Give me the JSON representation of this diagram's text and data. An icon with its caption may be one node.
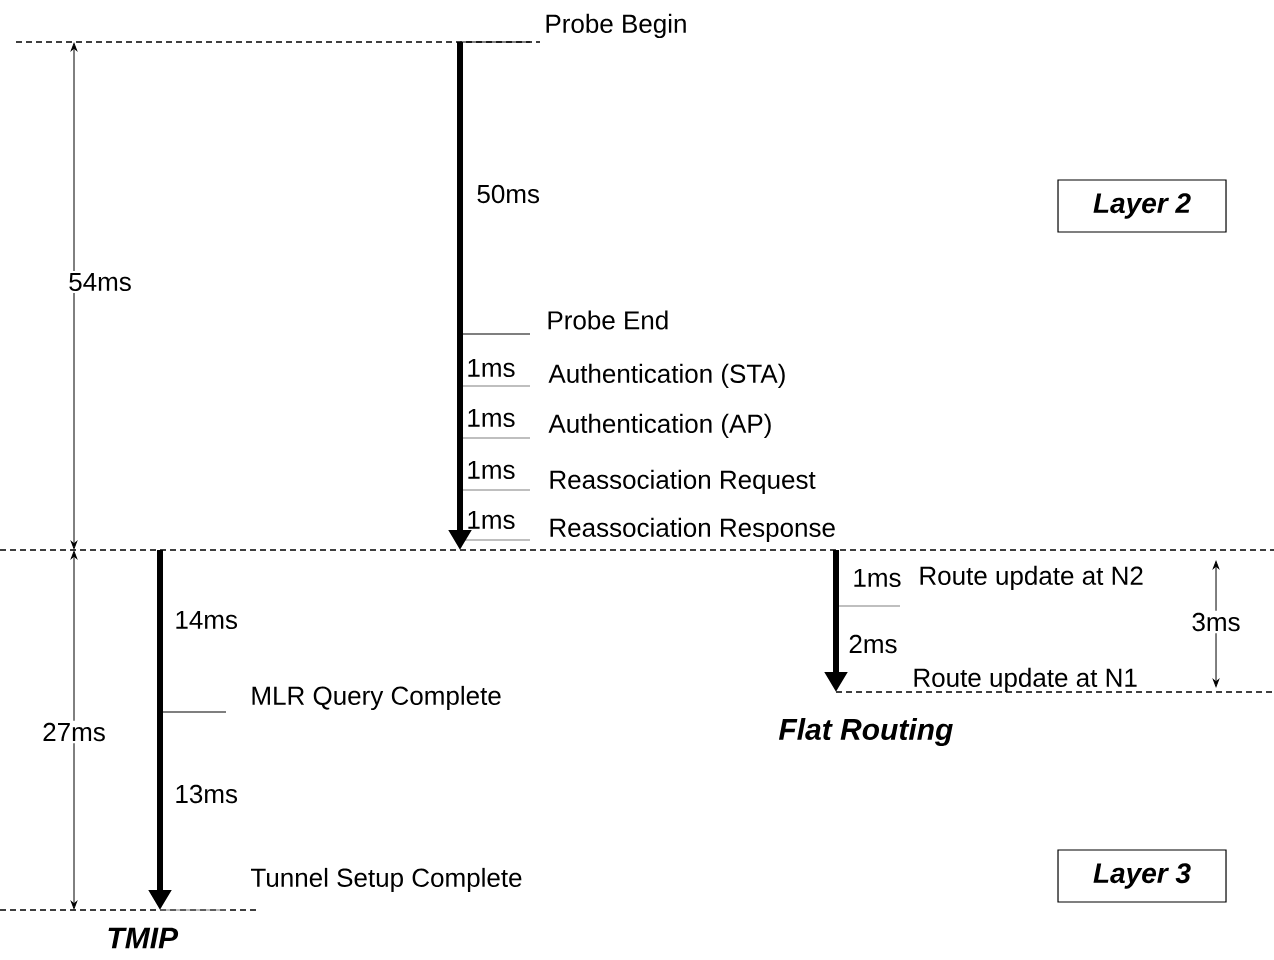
{
  "diagram": {
    "nodes": [
      {
        "text": [
          "Layer 2"
        ]
      },
      {
        "text": [
          "Layer 3"
        ]
      }
    ],
    "labels": [
      "Probe Begin",
      "50ms",
      "54ms",
      "Probe End",
      "1ms",
      "Authentication (STA)",
      "1ms",
      "Authentication (AP)",
      "1ms",
      "Reassociation Request",
      "1ms",
      "Reassociation Response",
      "14ms",
      "1ms",
      "Route update at N2",
      "3ms",
      "2ms",
      "Route update at N1",
      "27ms",
      "MLR Query Complete",
      "Flat Routing",
      "13ms",
      "Tunnel Setup Complete",
      "TMIP"
    ]
  }
}
